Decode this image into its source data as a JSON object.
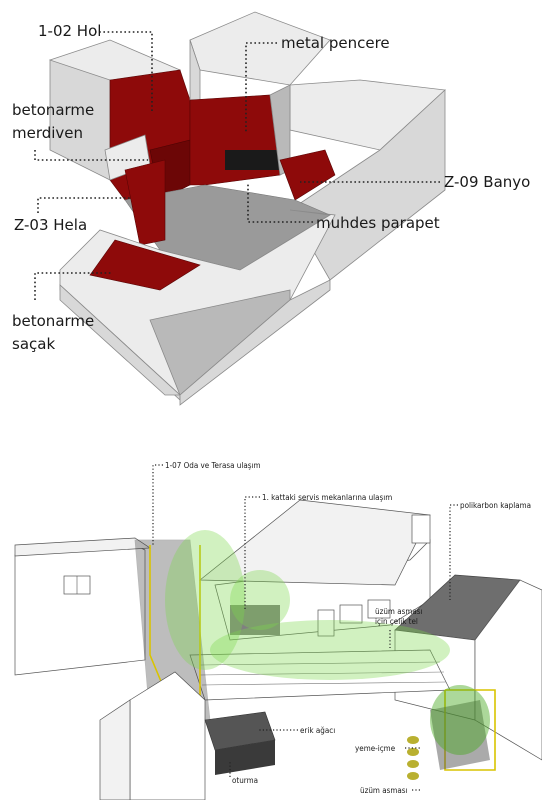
{
  "top_diagram": {
    "labels": {
      "hol": "1-02 Hol",
      "pencere": "metal pencere",
      "merdiven_1": "betonarme",
      "merdiven_2": "merdiven",
      "banyo": "Z-09 Banyo",
      "hela": "Z-03 Hela",
      "parapet": "muhdes parapet",
      "sacak_1": "betonarme",
      "sacak_2": "saçak"
    },
    "colors": {
      "accent": "#8e0a0a",
      "wall": "#d8d8d8"
    }
  },
  "bottom_diagram": {
    "labels": {
      "oda": "1-07 Oda ve Terasa ulaşım",
      "servis": "1. kattaki servis mekanlarına ulaşım",
      "polikarbon": "polikarbon kaplama",
      "celik_1": "üzüm asması",
      "celik_2": "için çelik tel",
      "erik": "erik ağacı",
      "yeme": "yeme-içme",
      "oturma": "oturma",
      "asma": "üzüm asması"
    },
    "colors": {
      "vine": "#7bd64a",
      "frame": "#d9c400"
    }
  }
}
